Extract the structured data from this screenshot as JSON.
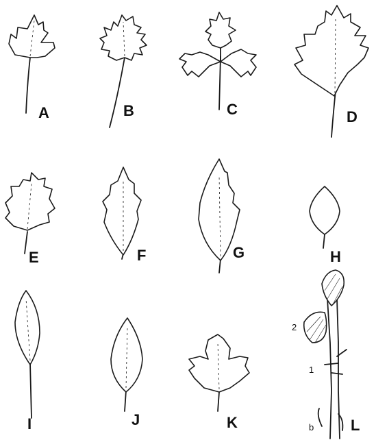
{
  "figure": {
    "labels": {
      "A": "A",
      "B": "B",
      "C": "C",
      "D": "D",
      "E": "E",
      "F": "F",
      "G": "G",
      "H": "H",
      "I": "I",
      "J": "J",
      "K": "K",
      "L": "L"
    },
    "L_annotations": {
      "node_2": "2",
      "node_1": "1",
      "base_b": "b"
    }
  }
}
